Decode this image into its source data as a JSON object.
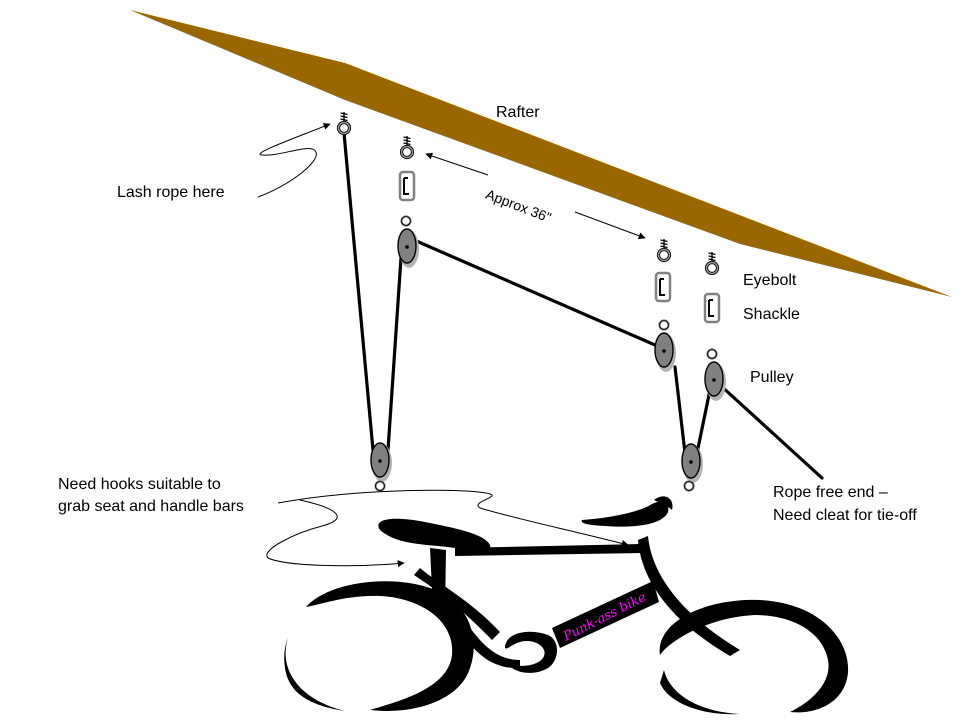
{
  "labels": {
    "rafter": "Rafter",
    "approx": "Approx 36\"",
    "lash": "Lash rope here",
    "eyebolt": "Eyebolt",
    "shackle": "Shackle",
    "pulley": "Pulley",
    "hooks_line1": "Need hooks suitable to",
    "hooks_line2": "grab seat and handle bars",
    "free_line1": "Rope free end –",
    "free_line2": "Need cleat for tie-off",
    "bike_text": "Punk-ass bike"
  },
  "colors": {
    "rafter": "#996600",
    "line": "#000000",
    "hardware": "#808080",
    "pulley_shadow": "#b3b3b3",
    "bike_text": "#ff00ff"
  }
}
